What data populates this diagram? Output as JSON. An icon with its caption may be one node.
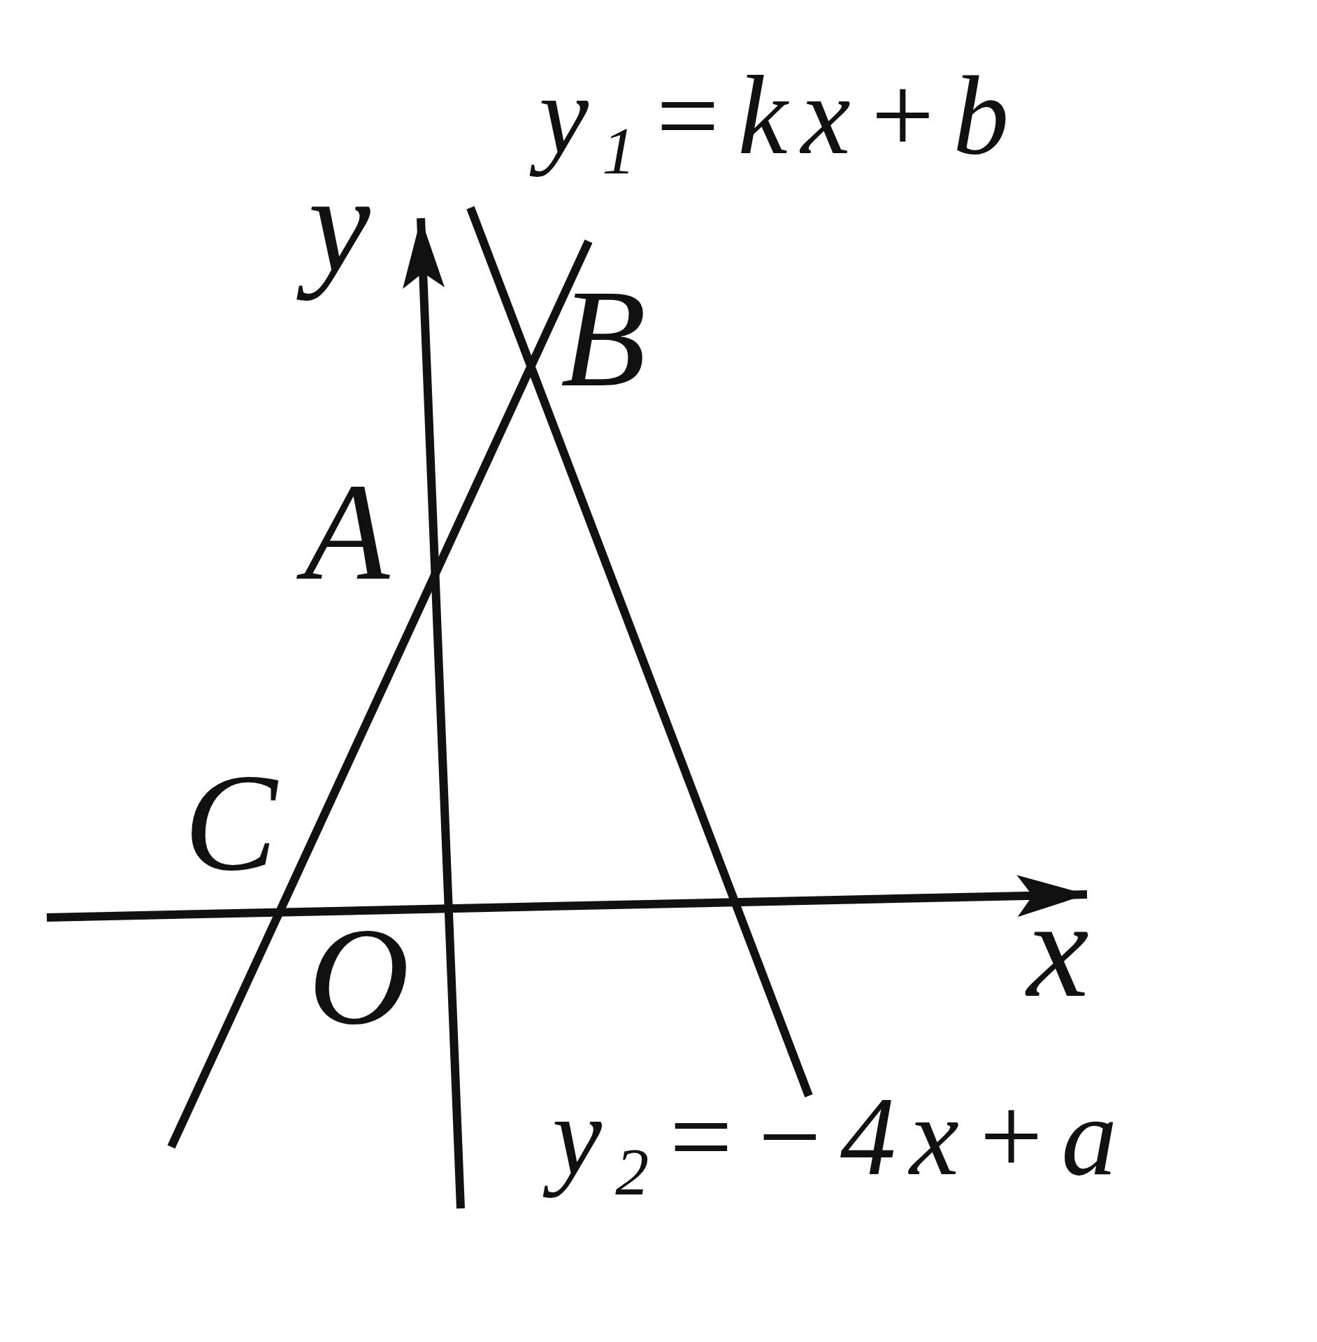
{
  "diagram": {
    "labels": [
      "y$_{1}$=kx+b",
      "y",
      "B",
      "A",
      "C",
      "O",
      "x",
      "y$_{2}$=−4x+a"
    ]
  }
}
